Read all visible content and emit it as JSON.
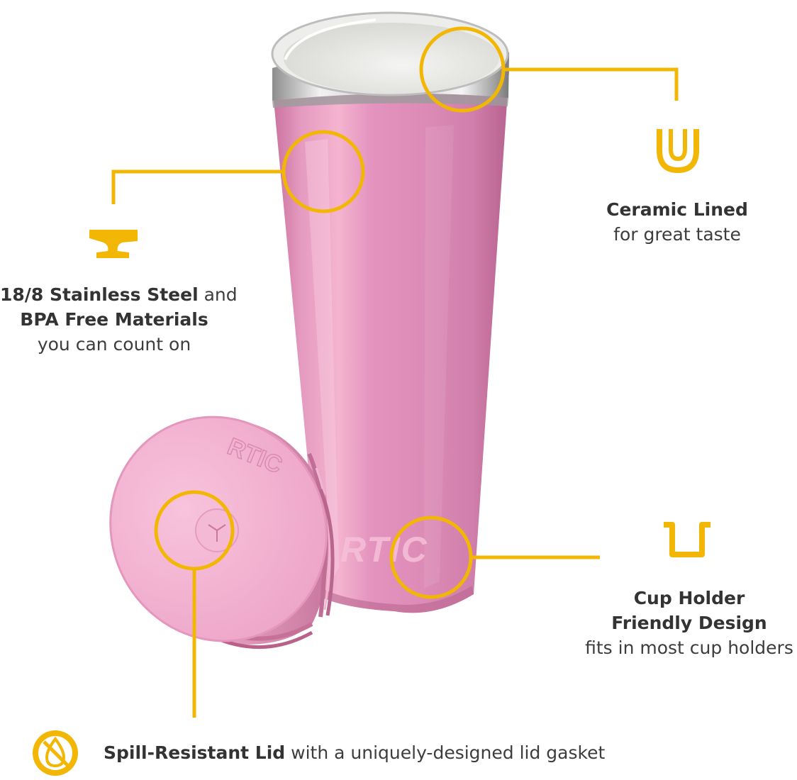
{
  "colors": {
    "accent": "#F2B705",
    "tumbler_pink": "#E08BB6",
    "lid_pink": "#F2AECF",
    "text": "#333333"
  },
  "product": {
    "brand_on_cup": "RTIC",
    "brand_on_lid": "RTIC"
  },
  "features": {
    "ceramic": {
      "icon": "u-shape-icon",
      "title": "Ceramic Lined",
      "subtitle": "for great taste"
    },
    "steel": {
      "icon": "anvil-icon",
      "title_bold": "18/8 Stainless Steel",
      "title_rest": " and",
      "line2": "BPA Free Materials",
      "line3": "you can count on"
    },
    "cupholder": {
      "icon": "cup-holder-icon",
      "line1": "Cup Holder",
      "line2": "Friendly Design",
      "line3": "fits in most cup holders"
    },
    "lid": {
      "icon": "no-spill-drop-icon",
      "title": "Spill-Resistant Lid",
      "rest": " with a uniquely-designed lid gasket"
    }
  }
}
